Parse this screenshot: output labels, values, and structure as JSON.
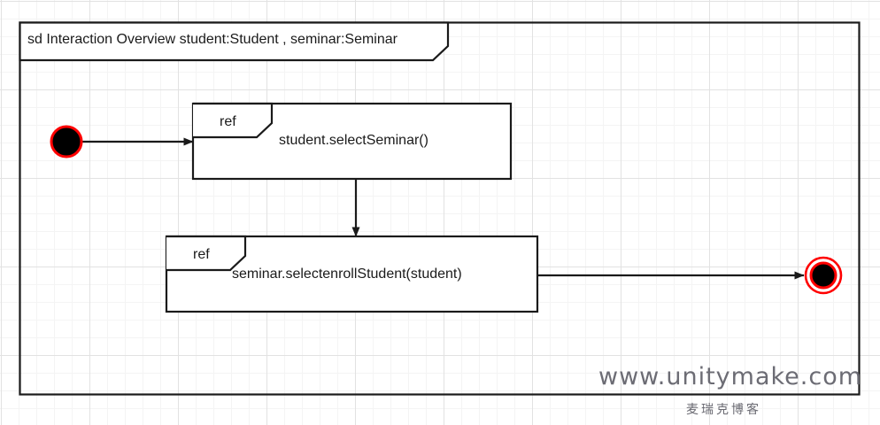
{
  "diagram": {
    "kind": "uml-interaction-overview-diagram",
    "frame": {
      "title": "sd Interaction Overview student:Student , seminar:Seminar"
    },
    "nodes": [
      {
        "id": "initial-node",
        "type": "initial-node",
        "label": "",
        "fill_color": "#000000",
        "ring_color": "#ff0000"
      },
      {
        "id": "interaction-use-1",
        "type": "interaction-use",
        "tag": "ref",
        "label": "student.selectSeminar()"
      },
      {
        "id": "interaction-use-2",
        "type": "interaction-use",
        "tag": "ref",
        "label": "seminar.selectenrollStudent(student)"
      },
      {
        "id": "final-node",
        "type": "final-node",
        "label": "",
        "fill_color": "#000000",
        "ring_color": "#ff0000"
      }
    ],
    "edges": [
      {
        "id": "edge-start-to-ref1",
        "from": "initial-node",
        "to": "interaction-use-1",
        "label": ""
      },
      {
        "id": "edge-ref1-to-ref2",
        "from": "interaction-use-1",
        "to": "interaction-use-2",
        "label": ""
      },
      {
        "id": "edge-ref2-to-final",
        "from": "interaction-use-2",
        "to": "final-node",
        "label": ""
      }
    ],
    "line_color": "#1a1a1a"
  },
  "watermark": {
    "site": "www.unitymake.com",
    "subtitle": "麦瑞克博客"
  }
}
